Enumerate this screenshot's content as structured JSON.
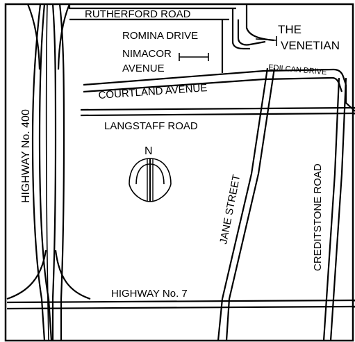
{
  "map": {
    "colors": {
      "ink": "#000000",
      "paper": "#ffffff"
    },
    "labels": {
      "rutherford": "RUTHERFORD ROAD",
      "romina": "ROMINA DRIVE",
      "nimacor_1": "NIMACOR",
      "nimacor_2": "AVENUE",
      "venetian_1": "THE",
      "venetian_2": "VENETIAN",
      "edilcan": "EDILCAN DRIVE",
      "courtland": "COURTLAND AVENUE",
      "langstaff": "LANGSTAFF ROAD",
      "highway400": "HIGHWAY No. 400",
      "north": "N",
      "jane": "JANE STREET",
      "creditstone": "CREDITSTONE ROAD",
      "highway7": "HIGHWAY No. 7"
    },
    "icons": {
      "north_arrow": "north-arrow-icon",
      "venetian_marker": "location-pointer-icon"
    }
  }
}
